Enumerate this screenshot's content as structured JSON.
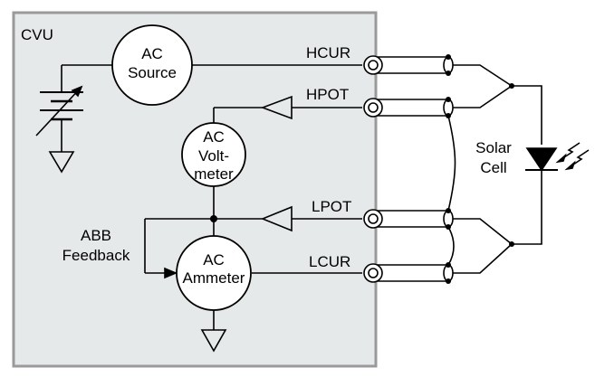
{
  "box_label": "CVU",
  "ac_source": {
    "line1": "AC",
    "line2": "Source"
  },
  "ac_voltmeter": {
    "line1": "AC",
    "line2": "Volt-",
    "line3": "meter"
  },
  "ac_ammeter": {
    "line1": "AC",
    "line2": "Ammeter"
  },
  "terminals": {
    "hcur": "HCUR",
    "hpot": "HPOT",
    "lpot": "LPOT",
    "lcur": "LCUR"
  },
  "abb": {
    "line1": "ABB",
    "line2": "Feedback"
  },
  "solar_cell": {
    "line1": "Solar",
    "line2": "Cell"
  },
  "colors": {
    "box_fill": "#e6e9ea",
    "box_stroke": "#999999",
    "line": "#000000"
  }
}
